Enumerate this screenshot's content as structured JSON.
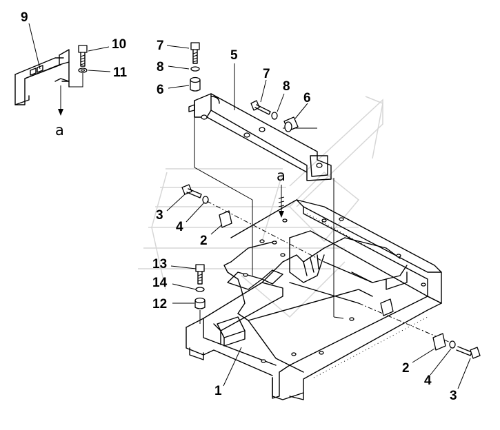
{
  "callouts": [
    {
      "id": "c9",
      "text": "9"
    },
    {
      "id": "c10",
      "text": "10"
    },
    {
      "id": "c11",
      "text": "11"
    },
    {
      "id": "c7a",
      "text": "7"
    },
    {
      "id": "c8a",
      "text": "8"
    },
    {
      "id": "c6a",
      "text": "6"
    },
    {
      "id": "c5",
      "text": "5"
    },
    {
      "id": "c7b",
      "text": "7"
    },
    {
      "id": "c8b",
      "text": "8"
    },
    {
      "id": "c6b",
      "text": "6"
    },
    {
      "id": "c3a",
      "text": "3"
    },
    {
      "id": "c4a",
      "text": "4"
    },
    {
      "id": "c2a",
      "text": "2"
    },
    {
      "id": "c13",
      "text": "13"
    },
    {
      "id": "c14",
      "text": "14"
    },
    {
      "id": "c12",
      "text": "12"
    },
    {
      "id": "c1",
      "text": "1"
    },
    {
      "id": "c2b",
      "text": "2"
    },
    {
      "id": "c4b",
      "text": "4"
    },
    {
      "id": "c3b",
      "text": "3"
    }
  ],
  "references": {
    "a_left": "a",
    "a_center": "a"
  }
}
